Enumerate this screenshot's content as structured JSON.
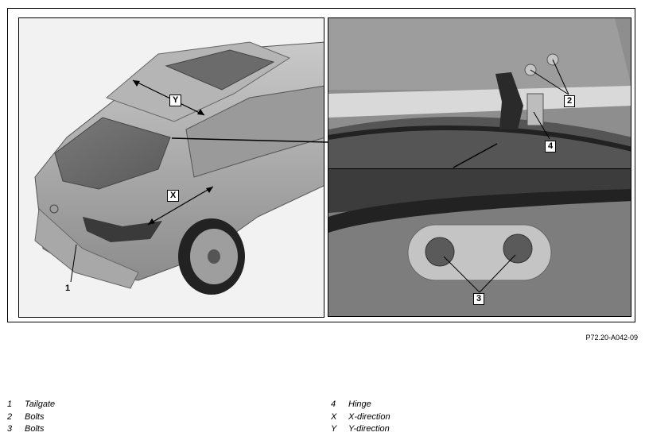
{
  "callouts": {
    "y": "Y",
    "x": "X",
    "one": "1",
    "two": "2",
    "three": "3",
    "four": "4"
  },
  "figure_reference": "P72.20-A042-09",
  "legend": {
    "left": [
      {
        "num": "1",
        "text": "Tailgate"
      },
      {
        "num": "2",
        "text": "Bolts"
      },
      {
        "num": "3",
        "text": "Bolts"
      }
    ],
    "right": [
      {
        "num": "4",
        "text": "Hinge"
      },
      {
        "num": "X",
        "text": "X-direction"
      },
      {
        "num": "Y",
        "text": "Y-direction"
      }
    ]
  }
}
